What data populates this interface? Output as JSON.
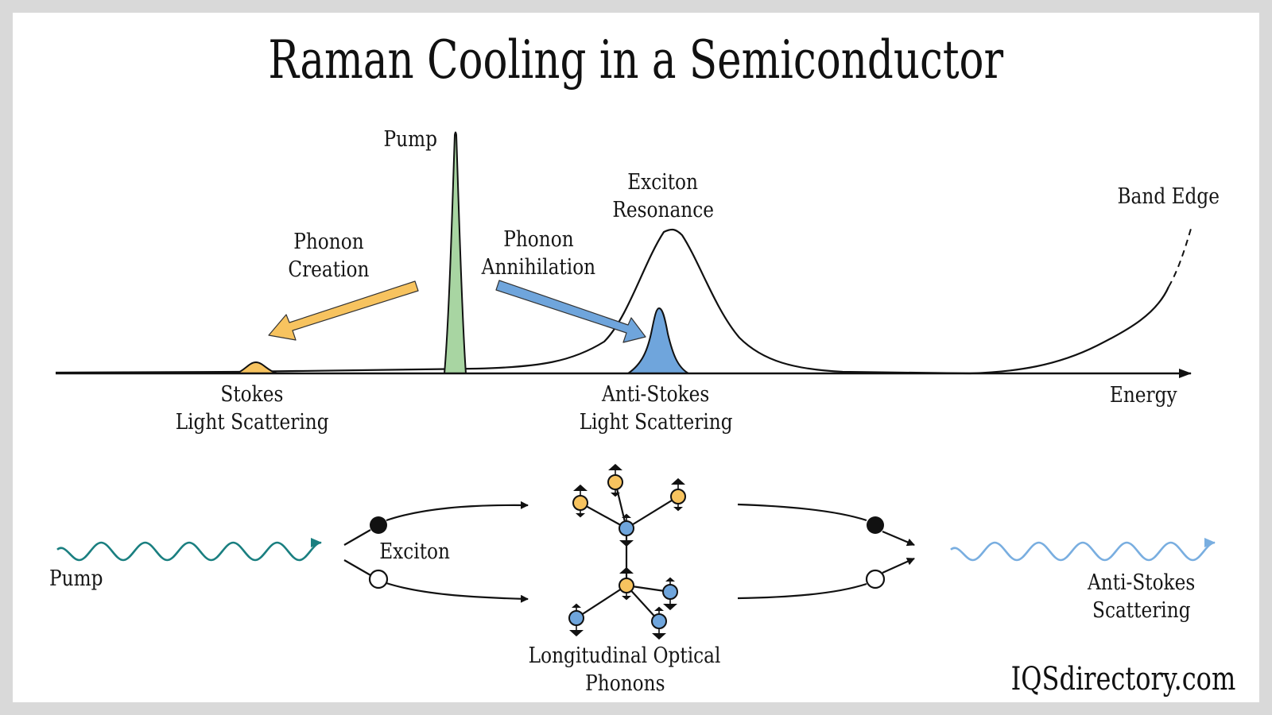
{
  "title": "Raman Cooling in a Semiconductor",
  "spectrum": {
    "axis_label": "Energy",
    "pump_label": "Pump",
    "exciton_label": [
      "Exciton",
      "Resonance"
    ],
    "band_edge_label": "Band Edge",
    "phonon_creation_label": [
      "Phonon",
      "Creation"
    ],
    "phonon_annihilation_label": [
      "Phonon",
      "Annihilation"
    ],
    "stokes_label": [
      "Stokes",
      "Light Scattering"
    ],
    "anti_stokes_label": [
      "Anti-Stokes",
      "Light Scattering"
    ]
  },
  "process": {
    "pump_label": "Pump",
    "exciton_label": "Exciton",
    "phonons_label": [
      "Longitudinal Optical",
      "Phonons"
    ],
    "output_label": [
      "Anti-Stokes",
      "Scattering"
    ]
  },
  "brand": "IQSdirectory.com",
  "colors": {
    "frame": "#d9d9d9",
    "pump_peak": "#a8d5a2",
    "stokes_peak": "#f7c35f",
    "anti_stokes_peak": "#6fa5dc",
    "pump_wave": "#1a7f80",
    "output_wave": "#79aee0",
    "atom_yellow": "#f7c35f",
    "atom_blue": "#6fa5dc"
  }
}
